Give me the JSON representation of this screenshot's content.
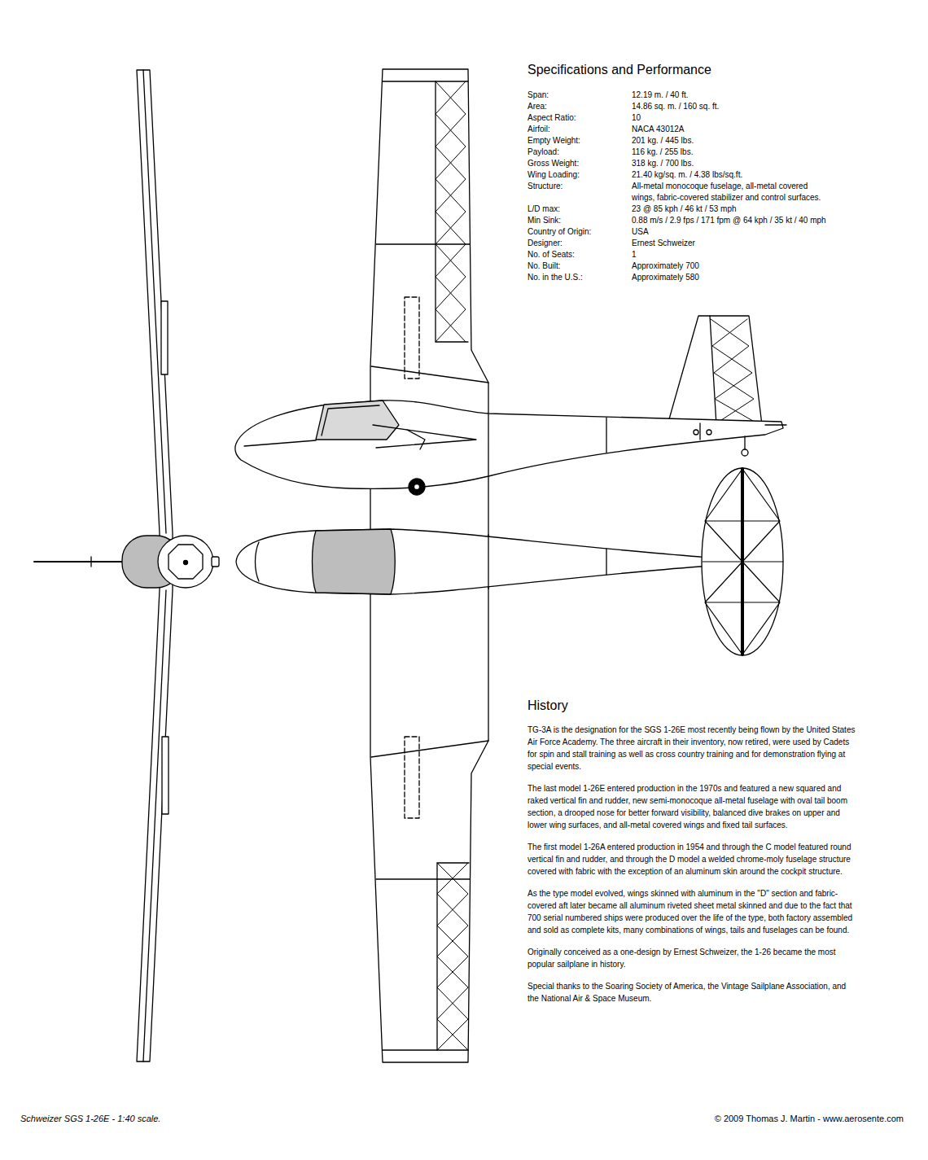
{
  "diagram": {
    "caption": "Schweizer SGS 1-26E - 1:40 scale.",
    "labels": [
      "Specifications and Performance",
      "Span:",
      "12.19 m. / 40 ft.",
      "Area:",
      "14.86 sq. m. / 160 sq. ft.",
      "Aspect Ratio:",
      "10",
      "Airfoil:",
      "NACA 43012A",
      "Empty Weight:",
      "201 kg. / 445 lbs.",
      "Payload:",
      "116 kg. / 255 lbs.",
      "Gross Weight:",
      "318 kg. / 700 lbs.",
      "Wing Loading:",
      "21.40 kg/sq. m. / 4.38 lbs/sq.ft.",
      "Structure:",
      "All-metal monocoque fuselage, all-metal covered wings, fabric-covered stabilizer and control surfaces.",
      "L/D max:",
      "23 @ 85 kph / 46 kt / 53 mph",
      "Min Sink:",
      "0.88 m/s / 2.9 fps / 171 fpm @ 64 kph / 35 kt / 40 mph",
      "Country of Origin:",
      "USA",
      "Designer:",
      "Ernest Schweizer",
      "No. of Seats:",
      "1",
      "No. Built:",
      "Approximately 700",
      "No. in the U.S.:",
      "Approximately 580",
      "History",
      "TG-3A is the designation for the SGS 1-26E most recently being flown by the United States Air Force Academy. The three aircraft in their inventory, now retired, were used by Cadets for spin and stall training as well as cross country training and for demonstration flying at special events.",
      "The last model 1-26E entered production in the 1970s and featured a new squared and raked vertical fin and rudder, new semi-monocoque all-metal fuselage with oval tail boom section, a drooped nose for better forward visibility, balanced dive brakes on upper and lower wing surfaces, and all-metal covered wings and fixed tail surfaces.",
      "The first model 1-26A entered production in 1954 and through the C model featured round vertical fin and rudder, and through the D model a welded chrome-moly fuselage structure covered with fabric with the exception of an aluminum skin around the cockpit structure.",
      "As the type model evolved, wings skinned with aluminum in the \"D\" section and fabric-covered aft later became all aluminum riveted sheet metal skinned and due to the fact that 700 serial numbered ships were produced over the life of the type, both factory assembled and sold as complete kits, many combinations of wings, tails and fuselages can be found.",
      "Originally conceived as a one-design by Ernest Schweizer, the 1-26 became the most popular sailplane in history.",
      "Special thanks to the Soaring Society of America, the Vintage Sailplane Association, and the National Air & Space Museum.",
      "© 2009 Thomas J. Martin - www.aerosente.com"
    ]
  }
}
